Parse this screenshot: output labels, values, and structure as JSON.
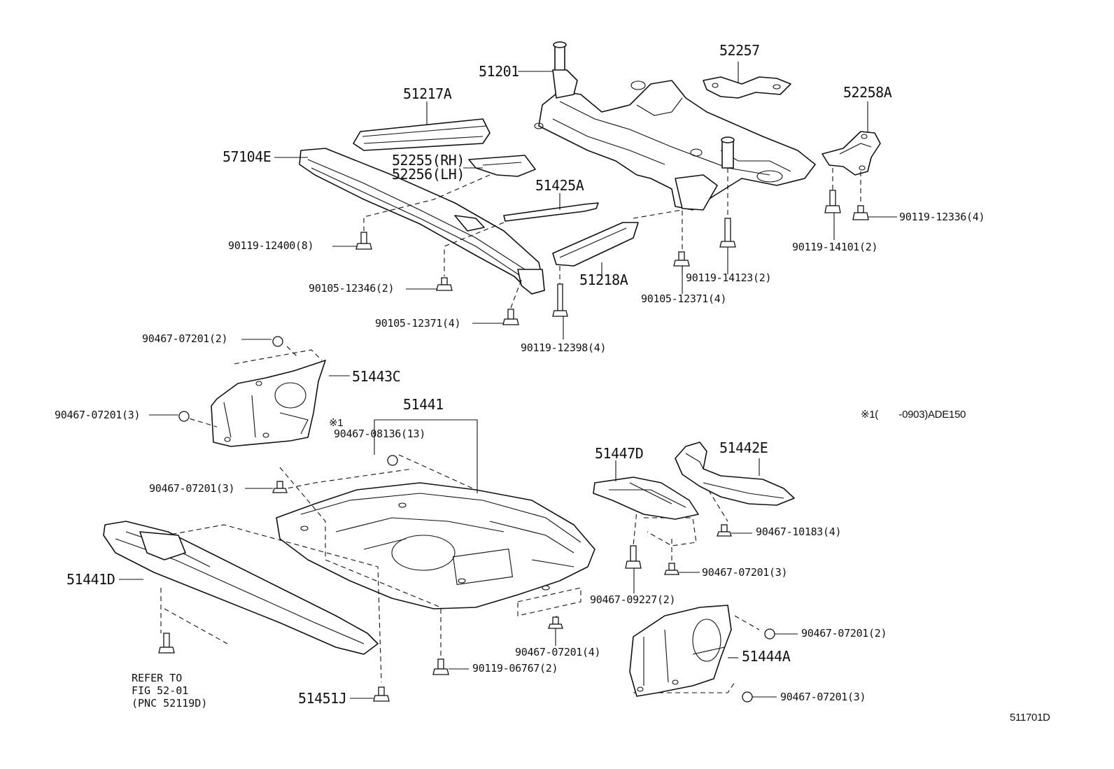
{
  "labels": {
    "p51201": "51201",
    "p52257": "52257",
    "p52258A": "52258A",
    "p51217A": "51217A",
    "p57104E": "57104E",
    "p52255": "52255(RH)",
    "p52256": "52256(LH)",
    "p51425A": "51425A",
    "p51218A": "51218A",
    "b90119_12400": "90119-12400(8)",
    "b90105_12346": "90105-12346(2)",
    "b90105_12371_l": "90105-12371(4)",
    "b90119_12398": "90119-12398(4)",
    "b90119_14123": "90119-14123(2)",
    "b90105_12371_r": "90105-12371(4)",
    "b90119_14101": "90119-14101(2)",
    "b90119_12336": "90119-12336(4)",
    "c90467_07201_2a": "90467-07201(2)",
    "p51443C": "51443C",
    "c90467_07201_3a": "90467-07201(3)",
    "mark1": "※1",
    "p51441": "51441",
    "c90467_08136": "90467-08136(13)",
    "c90467_07201_3b": "90467-07201(3)",
    "p51441D": "51441D",
    "p51447D": "51447D",
    "p51442E": "51442E",
    "c90467_10183": "90467-10183(4)",
    "c90467_07201_3c": "90467-07201(3)",
    "c90467_09227": "90467-09227(2)",
    "c90467_07201_4": "90467-07201(4)",
    "c90467_07201_2b": "90467-07201(2)",
    "p51444A": "51444A",
    "b90119_06767": "90119-06767(2)",
    "c90467_07201_3d": "90467-07201(3)",
    "p51451J": "51451J",
    "refer": "REFER TO\nFIG 52-01\n(PNC 52119D)",
    "footnote": "※1(　　-0903)ADE150",
    "figure_id": "511701D"
  }
}
